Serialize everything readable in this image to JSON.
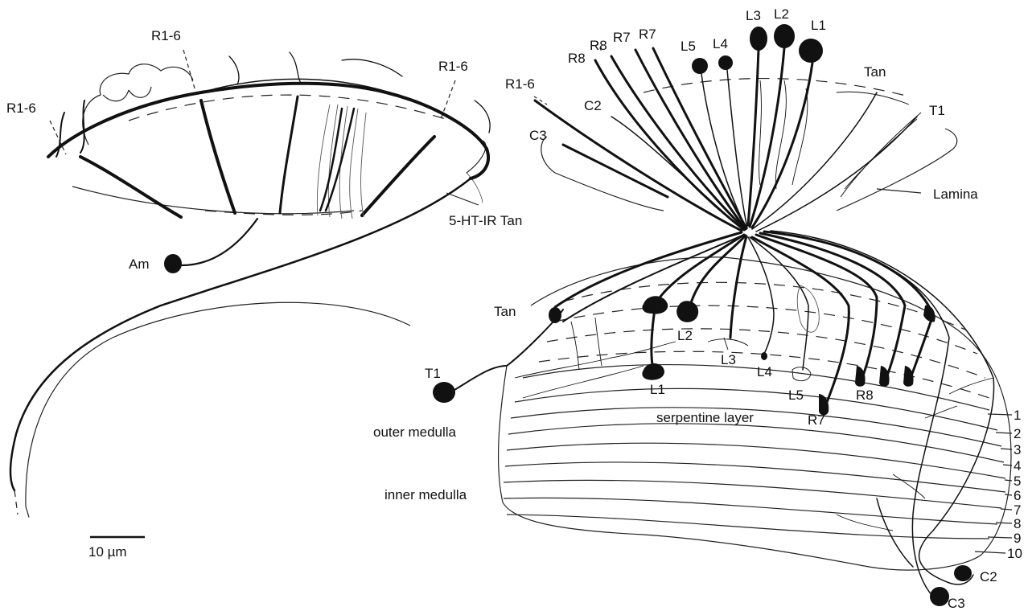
{
  "labels": {
    "r16_a": "R1-6",
    "r16_b": "R1-6",
    "r16_c": "R1-6",
    "r16_d": "R1-6",
    "am": "Am",
    "ht_tan": "5-HT-IR Tan",
    "scale": "10 µm",
    "r8_top_a": "R8",
    "r8_top_b": "R8",
    "r7_top_a": "R7",
    "r7_top_b": "R7",
    "l5_top": "L5",
    "l4_top": "L4",
    "l3_top": "L3",
    "l2_top": "L2",
    "l1_top": "L1",
    "tan_top": "Tan",
    "t1_top": "T1",
    "c2_top": "C2",
    "c3_top": "C3",
    "lamina": "Lamina",
    "tan_med": "Tan",
    "t1_med": "T1",
    "l1_med": "L1",
    "l2_med": "L2",
    "l3_med": "L3",
    "l4_med": "L4",
    "l5_med": "L5",
    "r7_med": "R7",
    "r8_med": "R8",
    "serpentine": "serpentine layer",
    "outer_medulla": "outer medulla",
    "inner_medulla": "inner medulla",
    "c2_bottom": "C2",
    "c3_bottom": "C3"
  },
  "layers": [
    "1",
    "2",
    "3",
    "4",
    "5",
    "6",
    "7",
    "8",
    "9",
    "10"
  ]
}
